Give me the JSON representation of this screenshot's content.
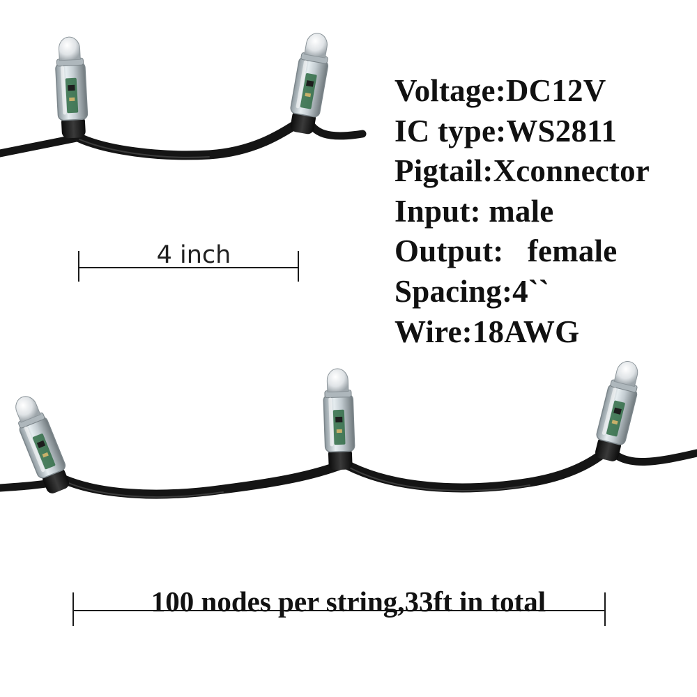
{
  "specs": [
    "Voltage:DC12V",
    "IC type:WS2811",
    "Pigtail:Xconnector",
    "Input: male",
    "Output:   female",
    "Spacing:4``",
    "Wire:18AWG"
  ],
  "dimensions": {
    "spacing_label": "4 inch",
    "string_label": "100 nodes per string,33ft in total"
  },
  "colors": {
    "background": "#ffffff",
    "wire": "#151515",
    "text": "#111111",
    "node_casing": "#c9d3d8",
    "pcb": "#2f6b44"
  },
  "icons": {
    "node": "led-pixel-node-icon"
  }
}
